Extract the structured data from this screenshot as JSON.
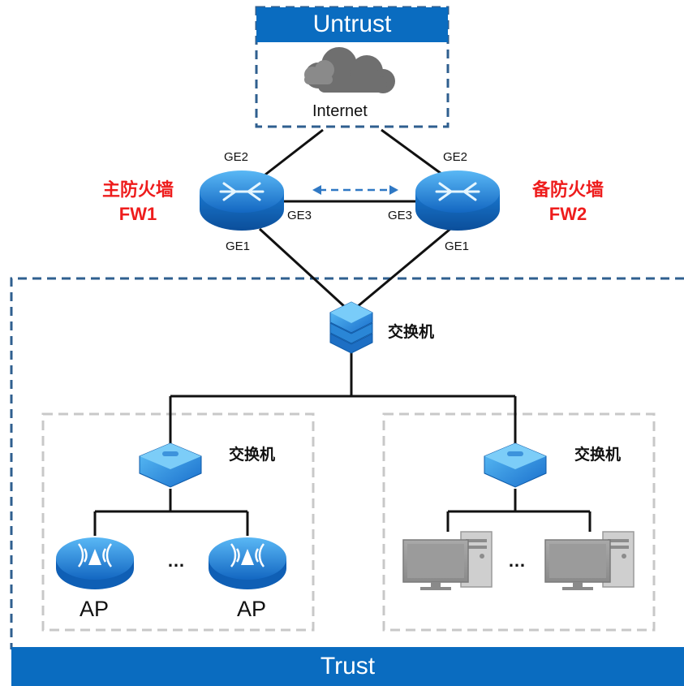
{
  "zones": {
    "untrust": "Untrust",
    "trust": "Trust"
  },
  "internet": {
    "label": "Internet",
    "icon": "cloud-icon"
  },
  "firewalls": [
    {
      "role": "主防火墙",
      "name": "FW1",
      "ports": {
        "ge1": "GE1",
        "ge2": "GE2",
        "ge3": "GE3"
      }
    },
    {
      "role": "备防火墙",
      "name": "FW2",
      "ports": {
        "ge1": "GE1",
        "ge2": "GE2",
        "ge3": "GE3"
      }
    }
  ],
  "switches": {
    "core": "交换机",
    "left": "交换机",
    "right": "交换机"
  },
  "access_points": [
    "AP",
    "AP"
  ],
  "ellipsis": "…",
  "colors": {
    "zone_blue": "#0a6cc0",
    "firewall_label": "#ee1c1c",
    "device_blue": "#1b8be0",
    "sync_arrow": "#2f78c4",
    "dashed_border": "#2f5f8f",
    "group_border": "#c8c8c8"
  }
}
